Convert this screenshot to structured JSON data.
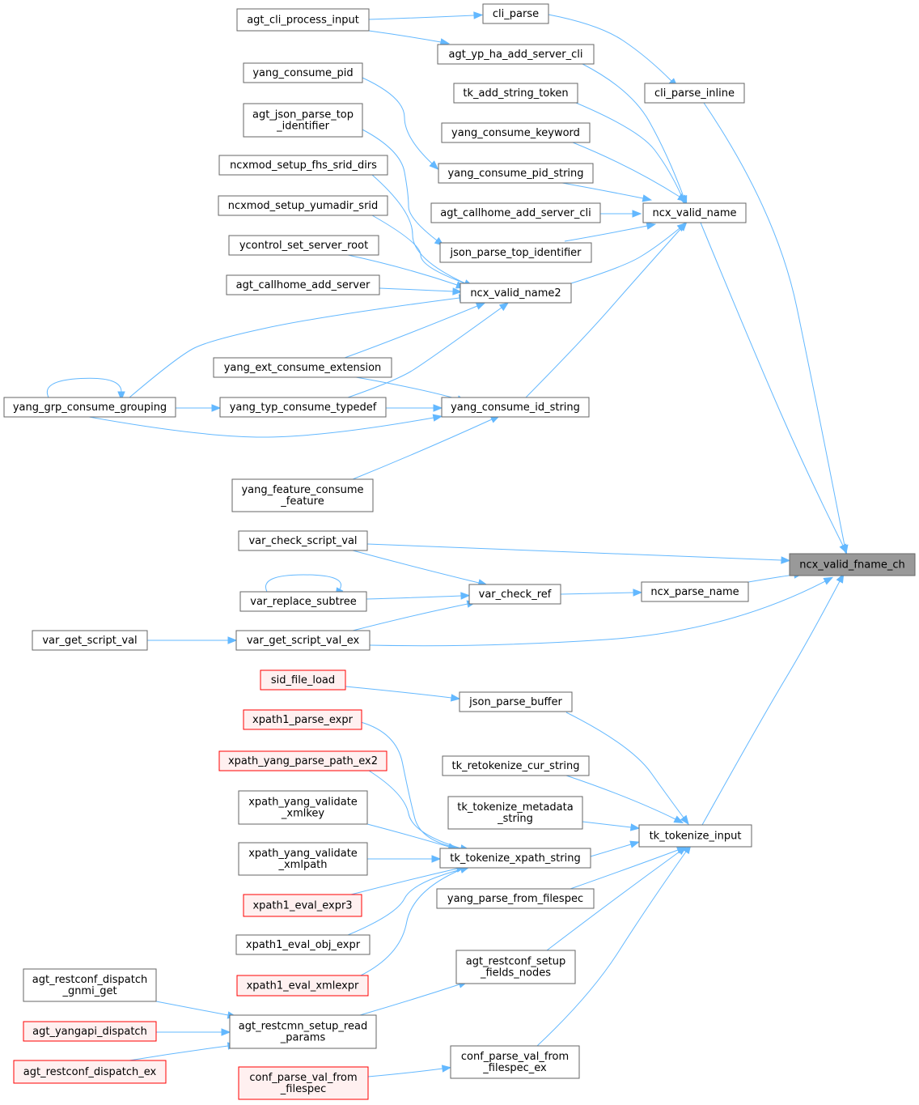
{
  "colors": {
    "edge": "#63b8ff",
    "node_border": "#666666",
    "node_fill": "#ffffff",
    "highlight_fill": "#999999",
    "red_border": "#ff0000",
    "red_fill": "#fff0f0"
  },
  "nodes": [
    {
      "id": "agt_cli_process_input",
      "lines": [
        "agt_cli_process_input"
      ],
      "style": "normal"
    },
    {
      "id": "cli_parse",
      "lines": [
        "cli_parse"
      ],
      "style": "normal"
    },
    {
      "id": "agt_yp_ha_add_server_cli",
      "lines": [
        "agt_yp_ha_add_server_cli"
      ],
      "style": "normal"
    },
    {
      "id": "yang_consume_pid",
      "lines": [
        "yang_consume_pid"
      ],
      "style": "normal"
    },
    {
      "id": "cli_parse_inline",
      "lines": [
        "cli_parse_inline"
      ],
      "style": "normal"
    },
    {
      "id": "tk_add_string_token",
      "lines": [
        "tk_add_string_token"
      ],
      "style": "normal"
    },
    {
      "id": "agt_json_parse_top_identifier",
      "lines": [
        "agt_json_parse_top",
        "_identifier"
      ],
      "style": "normal"
    },
    {
      "id": "yang_consume_keyword",
      "lines": [
        "yang_consume_keyword"
      ],
      "style": "normal"
    },
    {
      "id": "ncxmod_setup_fhs_srid_dirs",
      "lines": [
        "ncxmod_setup_fhs_srid_dirs"
      ],
      "style": "normal"
    },
    {
      "id": "yang_consume_pid_string",
      "lines": [
        "yang_consume_pid_string"
      ],
      "style": "normal"
    },
    {
      "id": "ncxmod_setup_yumadir_srid",
      "lines": [
        "ncxmod_setup_yumadir_srid"
      ],
      "style": "normal"
    },
    {
      "id": "agt_callhome_add_server_cli",
      "lines": [
        "agt_callhome_add_server_cli"
      ],
      "style": "normal"
    },
    {
      "id": "ncx_valid_name",
      "lines": [
        "ncx_valid_name"
      ],
      "style": "normal"
    },
    {
      "id": "ycontrol_set_server_root",
      "lines": [
        "ycontrol_set_server_root"
      ],
      "style": "normal"
    },
    {
      "id": "json_parse_top_identifier",
      "lines": [
        "json_parse_top_identifier"
      ],
      "style": "normal"
    },
    {
      "id": "agt_callhome_add_server",
      "lines": [
        "agt_callhome_add_server"
      ],
      "style": "normal"
    },
    {
      "id": "ncx_valid_name2",
      "lines": [
        "ncx_valid_name2"
      ],
      "style": "normal"
    },
    {
      "id": "yang_ext_consume_extension",
      "lines": [
        "yang_ext_consume_extension"
      ],
      "style": "normal"
    },
    {
      "id": "yang_grp_consume_grouping",
      "lines": [
        "yang_grp_consume_grouping"
      ],
      "style": "normal"
    },
    {
      "id": "yang_typ_consume_typedef",
      "lines": [
        "yang_typ_consume_typedef"
      ],
      "style": "normal"
    },
    {
      "id": "yang_consume_id_string",
      "lines": [
        "yang_consume_id_string"
      ],
      "style": "normal"
    },
    {
      "id": "yang_feature_consume_feature",
      "lines": [
        "yang_feature_consume",
        "_feature"
      ],
      "style": "normal"
    },
    {
      "id": "var_check_script_val",
      "lines": [
        "var_check_script_val"
      ],
      "style": "normal"
    },
    {
      "id": "ncx_valid_fname_ch",
      "lines": [
        "ncx_valid_fname_ch"
      ],
      "style": "current"
    },
    {
      "id": "ncx_parse_name",
      "lines": [
        "ncx_parse_name"
      ],
      "style": "normal"
    },
    {
      "id": "var_check_ref",
      "lines": [
        "var_check_ref"
      ],
      "style": "normal"
    },
    {
      "id": "var_replace_subtree",
      "lines": [
        "var_replace_subtree"
      ],
      "style": "normal"
    },
    {
      "id": "var_get_script_val",
      "lines": [
        "var_get_script_val"
      ],
      "style": "normal"
    },
    {
      "id": "var_get_script_val_ex",
      "lines": [
        "var_get_script_val_ex"
      ],
      "style": "normal"
    },
    {
      "id": "sid_file_load",
      "lines": [
        "sid_file_load"
      ],
      "style": "red"
    },
    {
      "id": "json_parse_buffer",
      "lines": [
        "json_parse_buffer"
      ],
      "style": "normal"
    },
    {
      "id": "xpath1_parse_expr",
      "lines": [
        "xpath1_parse_expr"
      ],
      "style": "red"
    },
    {
      "id": "xpath_yang_parse_path_ex2",
      "lines": [
        "xpath_yang_parse_path_ex2"
      ],
      "style": "red"
    },
    {
      "id": "tk_retokenize_cur_string",
      "lines": [
        "tk_retokenize_cur_string"
      ],
      "style": "normal"
    },
    {
      "id": "xpath_yang_validate_xmlkey",
      "lines": [
        "xpath_yang_validate",
        "_xmlkey"
      ],
      "style": "normal"
    },
    {
      "id": "tk_tokenize_metadata_string",
      "lines": [
        "tk_tokenize_metadata",
        "_string"
      ],
      "style": "normal"
    },
    {
      "id": "tk_tokenize_input",
      "lines": [
        "tk_tokenize_input"
      ],
      "style": "normal"
    },
    {
      "id": "xpath_yang_validate_xmlpath",
      "lines": [
        "xpath_yang_validate",
        "_xmlpath"
      ],
      "style": "normal"
    },
    {
      "id": "tk_tokenize_xpath_string",
      "lines": [
        "tk_tokenize_xpath_string"
      ],
      "style": "normal"
    },
    {
      "id": "yang_parse_from_filespec",
      "lines": [
        "yang_parse_from_filespec"
      ],
      "style": "normal"
    },
    {
      "id": "xpath1_eval_expr3",
      "lines": [
        "xpath1_eval_expr3"
      ],
      "style": "red"
    },
    {
      "id": "xpath1_eval_obj_expr",
      "lines": [
        "xpath1_eval_obj_expr"
      ],
      "style": "normal"
    },
    {
      "id": "agt_restconf_setup_fields_nodes",
      "lines": [
        "agt_restconf_setup",
        "_fields_nodes"
      ],
      "style": "normal"
    },
    {
      "id": "agt_restconf_dispatch_gnmi_get",
      "lines": [
        "agt_restconf_dispatch",
        "_gnmi_get"
      ],
      "style": "normal"
    },
    {
      "id": "xpath1_eval_xmlexpr",
      "lines": [
        "xpath1_eval_xmlexpr"
      ],
      "style": "red"
    },
    {
      "id": "agt_restcmn_setup_read_params",
      "lines": [
        "agt_restcmn_setup_read",
        "_params"
      ],
      "style": "normal"
    },
    {
      "id": "agt_yangapi_dispatch",
      "lines": [
        "agt_yangapi_dispatch"
      ],
      "style": "red"
    },
    {
      "id": "conf_parse_val_from_filespec_ex",
      "lines": [
        "conf_parse_val_from",
        "_filespec_ex"
      ],
      "style": "normal"
    },
    {
      "id": "agt_restconf_dispatch_ex",
      "lines": [
        "agt_restconf_dispatch_ex"
      ],
      "style": "red"
    },
    {
      "id": "conf_parse_val_from_filespec",
      "lines": [
        "conf_parse_val_from",
        "_filespec"
      ],
      "style": "red"
    }
  ],
  "edges": [
    {
      "from": "agt_cli_process_input",
      "to": "cli_parse"
    },
    {
      "from": "agt_cli_process_input",
      "to": "agt_yp_ha_add_server_cli"
    },
    {
      "from": "cli_parse",
      "to": "cli_parse_inline"
    },
    {
      "from": "cli_parse_inline",
      "to": "ncx_valid_fname_ch"
    },
    {
      "from": "agt_yp_ha_add_server_cli",
      "to": "ncx_valid_name"
    },
    {
      "from": "tk_add_string_token",
      "to": "ncx_valid_name"
    },
    {
      "from": "yang_consume_keyword",
      "to": "ncx_valid_name"
    },
    {
      "from": "yang_consume_pid_string",
      "to": "ncx_valid_name"
    },
    {
      "from": "agt_callhome_add_server_cli",
      "to": "ncx_valid_name"
    },
    {
      "from": "json_parse_top_identifier",
      "to": "ncx_valid_name"
    },
    {
      "from": "ncx_valid_name2",
      "to": "ncx_valid_name"
    },
    {
      "from": "yang_consume_id_string",
      "to": "ncx_valid_name"
    },
    {
      "from": "ncx_valid_name",
      "to": "ncx_valid_fname_ch"
    },
    {
      "from": "yang_consume_pid",
      "to": "yang_consume_pid_string"
    },
    {
      "from": "agt_json_parse_top_identifier",
      "to": "json_parse_top_identifier"
    },
    {
      "from": "ncxmod_setup_fhs_srid_dirs",
      "to": "ncx_valid_name2"
    },
    {
      "from": "ncxmod_setup_yumadir_srid",
      "to": "ncx_valid_name2"
    },
    {
      "from": "ycontrol_set_server_root",
      "to": "ncx_valid_name2"
    },
    {
      "from": "agt_callhome_add_server",
      "to": "ncx_valid_name2"
    },
    {
      "from": "yang_grp_consume_grouping",
      "to": "ncx_valid_name2"
    },
    {
      "from": "yang_ext_consume_extension",
      "to": "ncx_valid_name2"
    },
    {
      "from": "yang_typ_consume_typedef",
      "to": "ncx_valid_name2"
    },
    {
      "from": "yang_ext_consume_extension",
      "to": "yang_consume_id_string"
    },
    {
      "from": "yang_grp_consume_grouping",
      "to": "yang_grp_consume_grouping"
    },
    {
      "from": "yang_grp_consume_grouping",
      "to": "yang_typ_consume_typedef"
    },
    {
      "from": "yang_grp_consume_grouping",
      "to": "yang_consume_id_string"
    },
    {
      "from": "yang_typ_consume_typedef",
      "to": "yang_consume_id_string"
    },
    {
      "from": "yang_feature_consume_feature",
      "to": "yang_consume_id_string"
    },
    {
      "from": "var_check_script_val",
      "to": "ncx_valid_fname_ch"
    },
    {
      "from": "var_check_script_val",
      "to": "var_check_ref"
    },
    {
      "from": "var_check_ref",
      "to": "ncx_parse_name"
    },
    {
      "from": "ncx_parse_name",
      "to": "ncx_valid_fname_ch"
    },
    {
      "from": "var_replace_subtree",
      "to": "var_replace_subtree"
    },
    {
      "from": "var_replace_subtree",
      "to": "var_check_ref"
    },
    {
      "from": "var_get_script_val_ex",
      "to": "var_check_ref"
    },
    {
      "from": "var_get_script_val",
      "to": "var_get_script_val_ex"
    },
    {
      "from": "var_get_script_val_ex",
      "to": "ncx_valid_fname_ch"
    },
    {
      "from": "tk_tokenize_input",
      "to": "ncx_valid_fname_ch"
    },
    {
      "from": "sid_file_load",
      "to": "json_parse_buffer"
    },
    {
      "from": "json_parse_buffer",
      "to": "tk_tokenize_input"
    },
    {
      "from": "tk_retokenize_cur_string",
      "to": "tk_tokenize_input"
    },
    {
      "from": "tk_tokenize_metadata_string",
      "to": "tk_tokenize_input"
    },
    {
      "from": "tk_tokenize_xpath_string",
      "to": "tk_tokenize_input"
    },
    {
      "from": "yang_parse_from_filespec",
      "to": "tk_tokenize_input"
    },
    {
      "from": "agt_restconf_setup_fields_nodes",
      "to": "tk_tokenize_input"
    },
    {
      "from": "conf_parse_val_from_filespec_ex",
      "to": "tk_tokenize_input"
    },
    {
      "from": "xpath1_parse_expr",
      "to": "tk_tokenize_xpath_string"
    },
    {
      "from": "xpath_yang_parse_path_ex2",
      "to": "tk_tokenize_xpath_string"
    },
    {
      "from": "xpath_yang_validate_xmlkey",
      "to": "tk_tokenize_xpath_string"
    },
    {
      "from": "xpath_yang_validate_xmlpath",
      "to": "tk_tokenize_xpath_string"
    },
    {
      "from": "xpath1_eval_expr3",
      "to": "tk_tokenize_xpath_string"
    },
    {
      "from": "xpath1_eval_obj_expr",
      "to": "tk_tokenize_xpath_string"
    },
    {
      "from": "xpath1_eval_xmlexpr",
      "to": "tk_tokenize_xpath_string"
    },
    {
      "from": "agt_restcmn_setup_read_params",
      "to": "agt_restconf_setup_fields_nodes"
    },
    {
      "from": "agt_restconf_dispatch_gnmi_get",
      "to": "agt_restcmn_setup_read_params"
    },
    {
      "from": "agt_yangapi_dispatch",
      "to": "agt_restcmn_setup_read_params"
    },
    {
      "from": "agt_restconf_dispatch_ex",
      "to": "agt_restcmn_setup_read_params"
    },
    {
      "from": "conf_parse_val_from_filespec",
      "to": "conf_parse_val_from_filespec_ex"
    }
  ]
}
